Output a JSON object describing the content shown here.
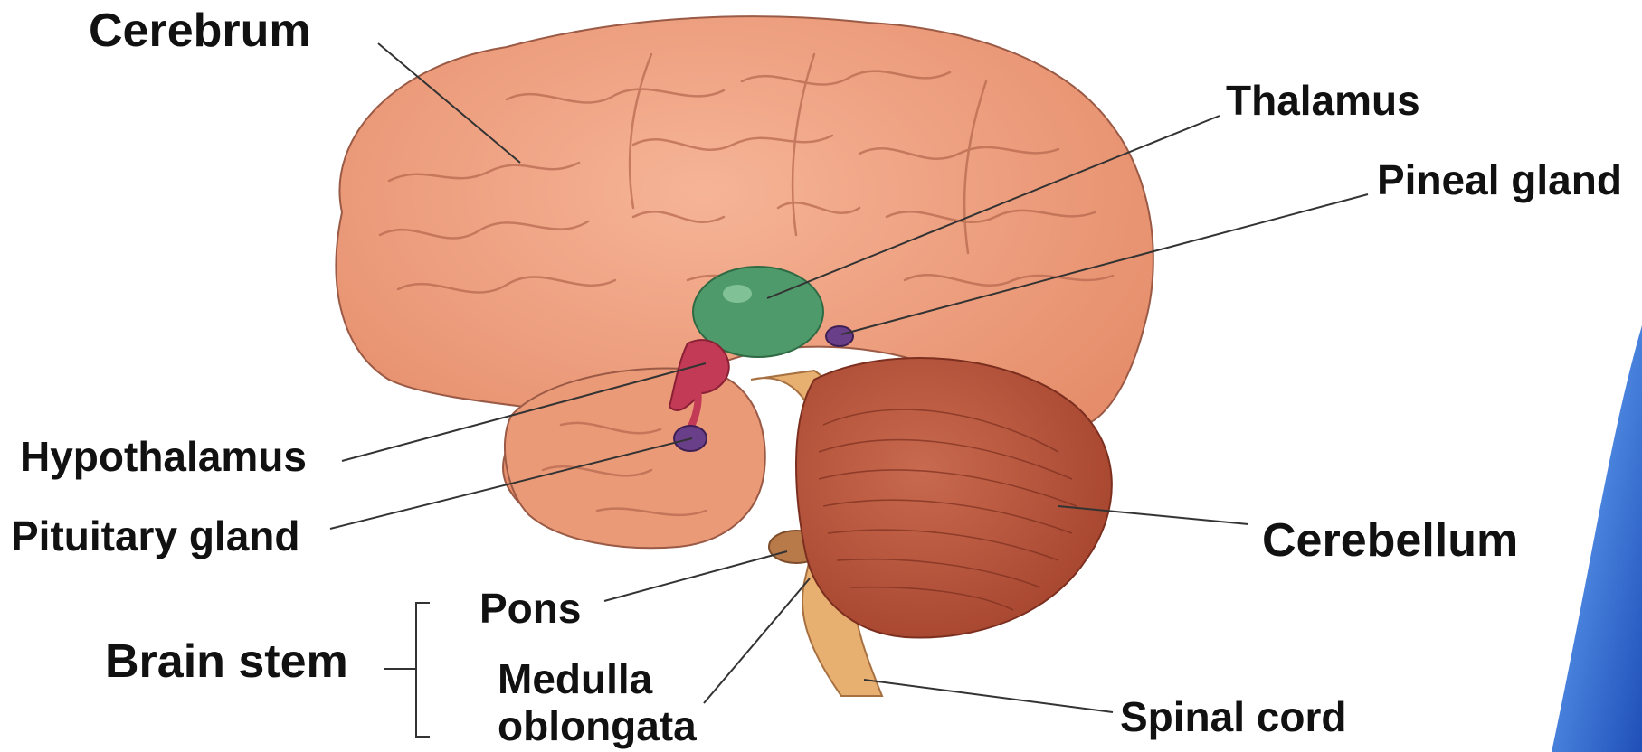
{
  "labels": {
    "cerebrum": "Cerebrum",
    "thalamus": "Thalamus",
    "pineal_gland": "Pineal gland",
    "hypothalamus": "Hypothalamus",
    "pituitary_gland": "Pituitary gland",
    "cerebellum": "Cerebellum",
    "pons": "Pons",
    "brain_stem": "Brain stem",
    "medulla_line1": "Medulla",
    "medulla_line2": "oblongata",
    "spinal_cord": "Spinal cord"
  },
  "colors": {
    "cerebrum": "#f0a07e",
    "cerebrum_outline": "#9a5a45",
    "thalamus": "#4f9a6a",
    "hypothalamus": "#c23a55",
    "pineal_pituitary": "#6a3f8a",
    "cerebellum": "#b9543a",
    "brainstem": "#e8b070",
    "leader_line": "#333333",
    "corner_accent": "#2a6fd0"
  }
}
